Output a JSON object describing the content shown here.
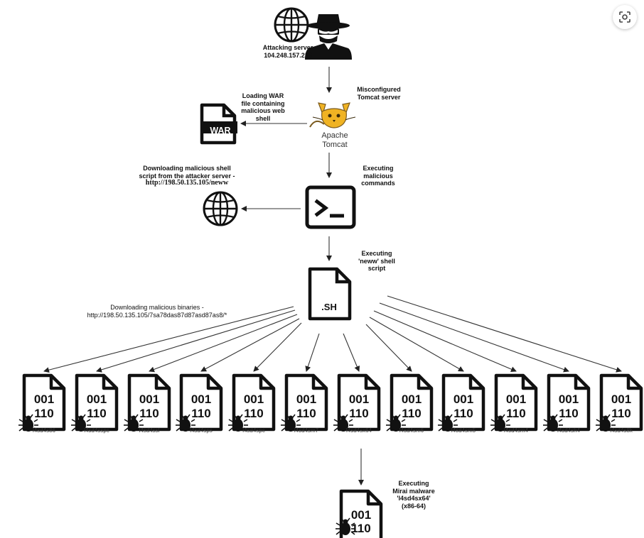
{
  "labels": {
    "attacking_server": [
      "Attacking server",
      "104.248.157.218"
    ],
    "tomcat_server": [
      "Misconfigured",
      "Tomcat server"
    ],
    "war_file": [
      "Loading WAR",
      "file containing",
      "malicious web",
      "shell"
    ],
    "tomcat_logo": [
      "Apache",
      "Tomcat"
    ],
    "war_badge": "WAR",
    "download_shell": [
      "Downloading malicious shell",
      "script from the attacker server -"
    ],
    "download_shell_url": "http://198.50.135.105/neww",
    "executing_commands": [
      "Executing",
      "malicious",
      "commands"
    ],
    "executing_script": [
      "Executing",
      "'neww' shell",
      "script"
    ],
    "sh_badge": ".SH",
    "download_binaries": [
      "Downloading malicious binaries  -",
      "http://198.50.135.105/7sa78das87d87asd87as8/*"
    ],
    "executing_mirai": [
      "Executing",
      "Mirai malware",
      "'l4sd4sx64'",
      "(x86-64)"
    ],
    "binary_code": [
      "001",
      "110"
    ]
  },
  "binaries": [
    "l4sd4s86",
    "l4sd4sspc",
    "l4sd4ssl",
    "l4sd4sps",
    "l4sd4spc",
    "l4sd4sm7",
    "l4sd4sx64",
    "l4sd4sm6",
    "l4sd4sm5",
    "l4sd4sm4",
    "l4sd4sh4",
    "l4sd4s8k"
  ],
  "colors": {
    "ink": "#111111",
    "tomcat_yellow": "#f0b323",
    "tomcat_brown": "#7a5a1e",
    "arrow": "#333333"
  },
  "icons": [
    "globe-icon",
    "hacker-icon",
    "war-file-icon",
    "tomcat-logo-icon",
    "terminal-icon",
    "shell-script-icon",
    "binary-file-icon",
    "bug-icon",
    "lens-icon"
  ]
}
